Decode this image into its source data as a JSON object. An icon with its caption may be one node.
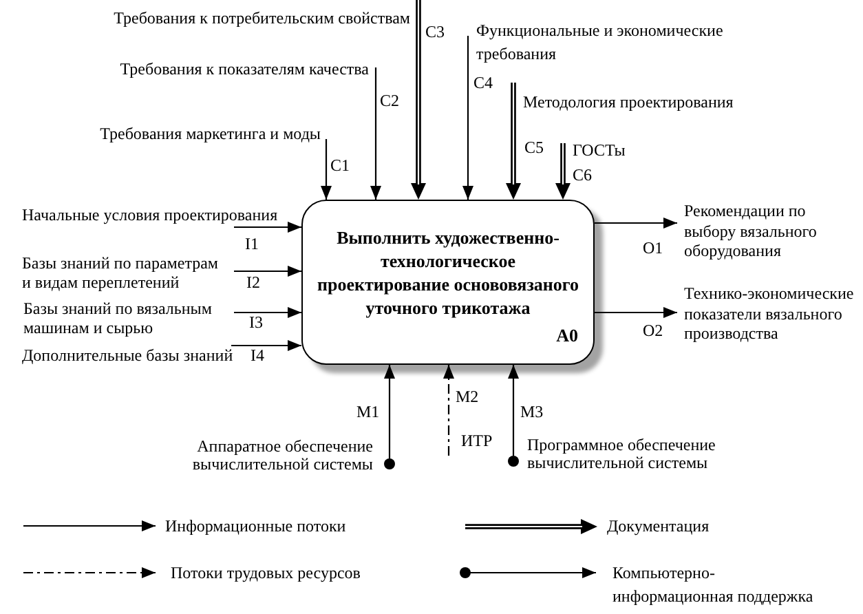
{
  "diagram": {
    "nodes": [
      {
        "text": [
          "Требования к потребительским свойствам"
        ]
      },
      {
        "text": [
          "Функциональные и экономические требования"
        ]
      },
      {
        "text": [
          "Требования к показателям качества"
        ]
      },
      {
        "text": [
          "Методология проектирования"
        ]
      },
      {
        "text": [
          "Требования маркетинга и моды"
        ]
      },
      {
        "text": [
          "ГОСТы"
        ]
      },
      {
        "text": [
          "Выполнить художественно-технологическое проектирование основовязаного уточного трикотажа",
          "A0"
        ]
      },
      {
        "text": [
          "Начальные условия проектирования"
        ]
      },
      {
        "text": [
          "Базы знаний по параметрам и видам переплетений"
        ]
      },
      {
        "text": [
          "Базы знаний по вязальным машинам и сырью"
        ]
      },
      {
        "text": [
          "Дополнительные базы знаний"
        ]
      },
      {
        "text": [
          "Рекомендации по выбору вязального оборудования"
        ]
      },
      {
        "text": [
          "Технико-экономические показатели вязального производства"
        ]
      },
      {
        "text": [],
        "shape": "circle",
        "beside": [
          "Аппаратное обеспечение вычислительной системы"
        ]
      },
      {
        "text": [
          "ИТР"
        ]
      },
      {
        "text": [],
        "shape": "circle",
        "beside": [
          "Программное обеспечение вычислительной системы"
        ]
      }
    ],
    "edges": [
      {
        "from": 4,
        "to": 6,
        "arrow": "to",
        "label": "C1"
      },
      {
        "from": 2,
        "to": 6,
        "arrow": "to",
        "label": "C2"
      },
      {
        "from": 0,
        "to": 6,
        "arrow": "to",
        "label": "C3",
        "style": "thick"
      },
      {
        "from": 1,
        "to": 6,
        "arrow": "to",
        "label": "C4"
      },
      {
        "from": 3,
        "to": 6,
        "arrow": "to",
        "label": "C5",
        "style": "thick"
      },
      {
        "from": 5,
        "to": 6,
        "arrow": "to",
        "label": "C6",
        "style": "thick"
      },
      {
        "from": 7,
        "to": 6,
        "arrow": "to",
        "label": "I1"
      },
      {
        "from": 8,
        "to": 6,
        "arrow": "to",
        "label": "I2"
      },
      {
        "from": 9,
        "to": 6,
        "arrow": "to",
        "label": "I3"
      },
      {
        "from": 10,
        "to": 6,
        "arrow": "to",
        "label": "I4"
      },
      {
        "from": 6,
        "to": 11,
        "arrow": "to",
        "label": "O1"
      },
      {
        "from": 6,
        "to": 12,
        "arrow": "to",
        "label": "O2"
      },
      {
        "from": 13,
        "to": 6,
        "arrow": "to",
        "label": "M1"
      },
      {
        "from": 14,
        "to": 6,
        "arrow": "to",
        "label": "M2",
        "style": "dashed"
      },
      {
        "from": 15,
        "to": 6,
        "arrow": "to",
        "label": "M3"
      }
    ],
    "legend": [
      {
        "text": "Информационные потоки"
      },
      {
        "text": "Документация"
      },
      {
        "text": "Потоки трудовых ресурсов"
      },
      {
        "text": "Компьютерно-информационная поддержка"
      }
    ]
  }
}
